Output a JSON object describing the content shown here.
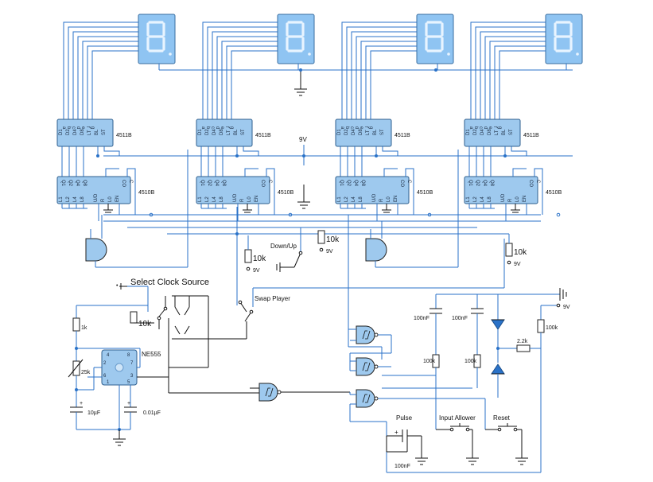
{
  "labels": {
    "decoder": "4511B",
    "counter": "4510B",
    "timer": "NE555",
    "supply_9v": "9V",
    "down_up": "Down/Up",
    "select_clock": "Select Clock Source",
    "swap_player": "Swap Player",
    "pulse": "Pulse",
    "input_allower": "Input Allower",
    "reset": "Reset",
    "r_10k": "10k",
    "r_1k": "1k",
    "r_25k": "25k",
    "r_100k": "100k",
    "r_2k2": "2.2k",
    "c_10uf": "10µF",
    "c_001uf": "0.01µF",
    "c_100nf": "100nF",
    "plus": "+"
  },
  "decoder_pins_top": [
    "a",
    "b",
    "c",
    "d",
    "e",
    "f",
    "g"
  ],
  "decoder_pins_bottom": [
    "D1",
    "D2",
    "D4",
    "D8",
    "LT",
    "BL",
    "ST"
  ],
  "counter_pins_top": [
    "Q1",
    "Q2",
    "Q4",
    "Q8",
    "CO",
    "C"
  ],
  "counter_pins_bottom": [
    "L1",
    "L2",
    "L4",
    "L8",
    "U/D",
    "R",
    "L0",
    "EN"
  ],
  "timer_pins": [
    "4",
    "8",
    "2",
    "7",
    "6",
    "3",
    "1",
    "5"
  ],
  "display_digit": "8"
}
